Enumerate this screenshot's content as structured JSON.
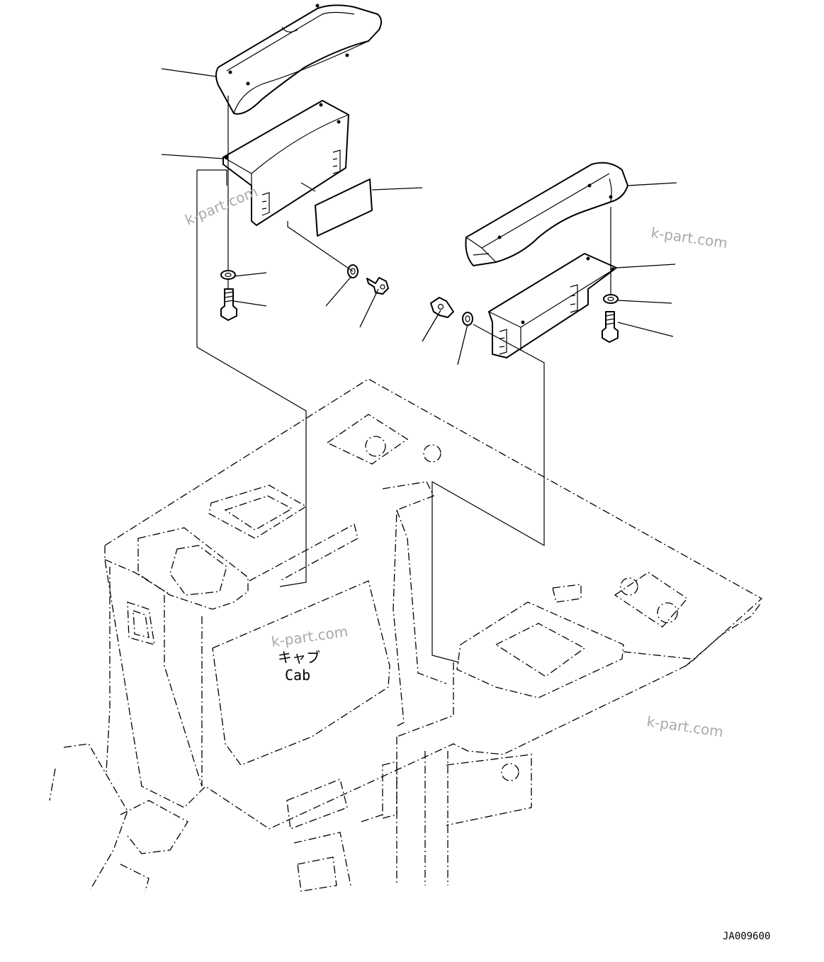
{
  "diagram": {
    "cab_label_jp": "キャブ",
    "cab_label_en": "Cab",
    "drawing_number": "JA009600",
    "watermarks": [
      "k-part.com",
      "k-part.com",
      "k-part.com",
      "k-part.com"
    ]
  },
  "colors": {
    "line": "#000000",
    "background": "#ffffff",
    "watermark": "#a9a9a9"
  }
}
